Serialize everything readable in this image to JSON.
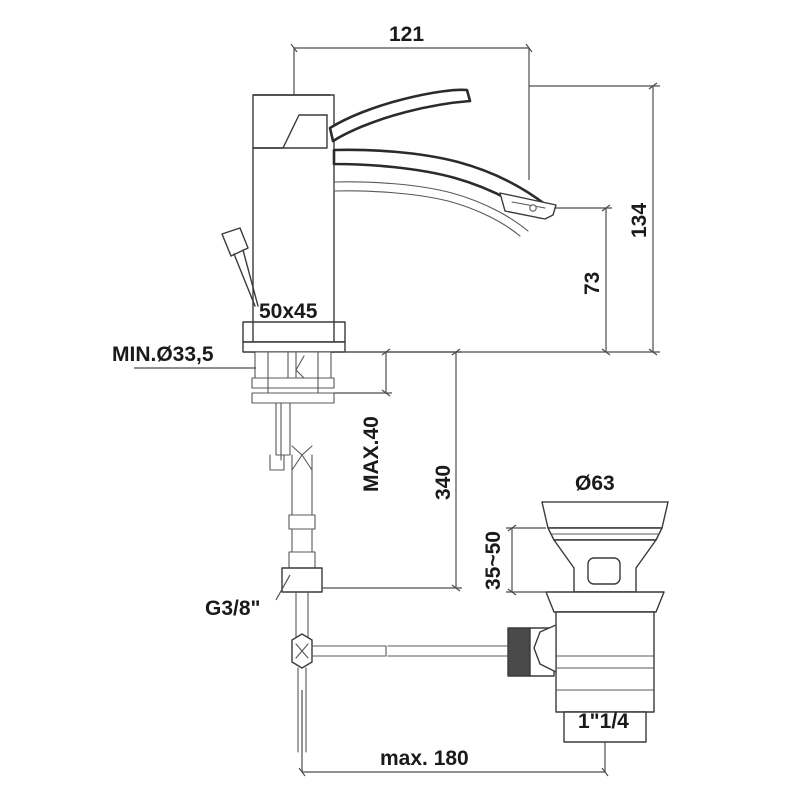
{
  "drawing": {
    "title": "Single-lever basin mixer technical drawing",
    "units": "mm",
    "line_color": "#3a3a3a",
    "dimension_color": "#4d4d4d",
    "background_color": "#ffffff"
  },
  "dimensions": {
    "spout_reach": "121",
    "overall_height": "134",
    "spout_height": "73",
    "mount_hole": "MIN.Ø33,5",
    "base_footprint": "50x45",
    "max_deck_thickness": "MAX.40",
    "hose_length": "340",
    "inlet_thread": "G3/8\"",
    "waste_flange_diameter": "Ø63",
    "waste_height_range": "35~50",
    "waste_outlet_thread": "1\"1/4",
    "rod_reach": "max. 180"
  },
  "labels": [
    {
      "id": "dim-121",
      "text": "121",
      "orientation": "horizontal"
    },
    {
      "id": "dim-134",
      "text": "134",
      "orientation": "vertical"
    },
    {
      "id": "dim-73",
      "text": "73",
      "orientation": "vertical"
    },
    {
      "id": "dim-50x45",
      "text": "50x45",
      "orientation": "horizontal"
    },
    {
      "id": "dim-min33",
      "text": "MIN.Ø33,5",
      "orientation": "horizontal"
    },
    {
      "id": "dim-max40",
      "text": "MAX.40",
      "orientation": "vertical"
    },
    {
      "id": "dim-340",
      "text": "340",
      "orientation": "vertical"
    },
    {
      "id": "dim-g38",
      "text": "G3/8\"",
      "orientation": "horizontal"
    },
    {
      "id": "dim-d63",
      "text": "Ø63",
      "orientation": "horizontal"
    },
    {
      "id": "dim-3550",
      "text": "35~50",
      "orientation": "vertical"
    },
    {
      "id": "dim-114",
      "text": "1\"1/4",
      "orientation": "horizontal"
    },
    {
      "id": "dim-max180",
      "text": "max. 180",
      "orientation": "horizontal"
    }
  ]
}
